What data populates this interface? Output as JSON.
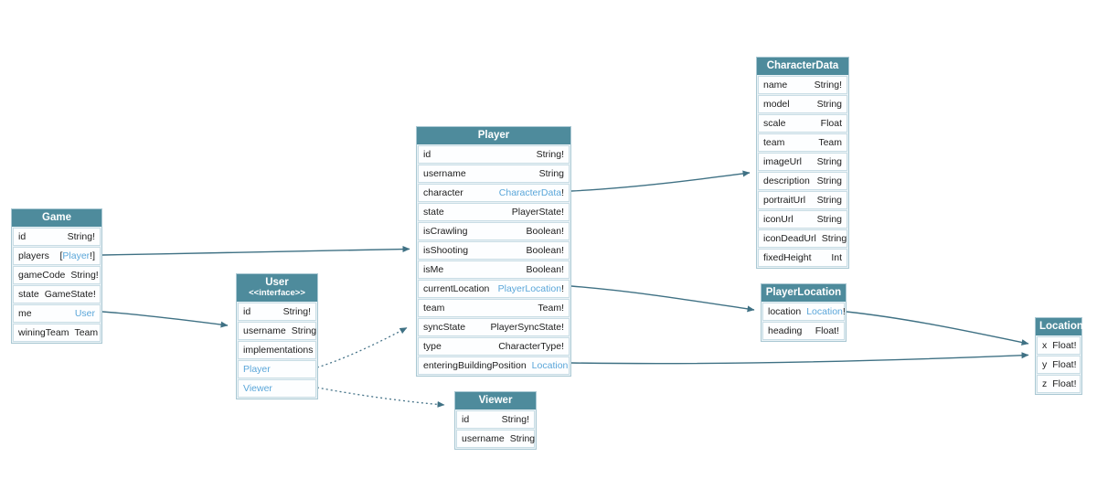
{
  "diagram": {
    "kind": "graphql-schema-diagram",
    "colors": {
      "header_bg": "#4e8b9c",
      "header_text": "#ffffff",
      "type_link": "#5aa6d9",
      "edge": "#3f7184",
      "row_border": "#c9dde5",
      "row_bg": "#fdfeff",
      "text": "#1c1c1c",
      "canvas_bg": "#ffffff"
    },
    "tables": [
      {
        "id": "game",
        "title": "Game",
        "fields": [
          {
            "n": "id",
            "t": "String!"
          },
          {
            "n": "players",
            "t": "[Player!]",
            "tl": "Player"
          },
          {
            "n": "gameCode",
            "t": "String!"
          },
          {
            "n": "state",
            "t": "GameState!"
          },
          {
            "n": "me",
            "t": "User",
            "tl": "User"
          },
          {
            "n": "winingTeam",
            "t": "Team"
          }
        ]
      },
      {
        "id": "user",
        "title": "User",
        "subtitle": "<<interface>>",
        "fields": [
          {
            "n": "id",
            "t": "String!"
          },
          {
            "n": "username",
            "t": "String"
          },
          {
            "n": "implementations",
            "t": ""
          },
          {
            "n": "Player",
            "t": "",
            "nl": true
          },
          {
            "n": "Viewer",
            "t": "",
            "nl": true
          }
        ]
      },
      {
        "id": "player",
        "title": "Player",
        "fields": [
          {
            "n": "id",
            "t": "String!"
          },
          {
            "n": "username",
            "t": "String"
          },
          {
            "n": "character",
            "t": "CharacterData!",
            "tl": "CharacterData"
          },
          {
            "n": "state",
            "t": "PlayerState!"
          },
          {
            "n": "isCrawling",
            "t": "Boolean!"
          },
          {
            "n": "isShooting",
            "t": "Boolean!"
          },
          {
            "n": "isMe",
            "t": "Boolean!"
          },
          {
            "n": "currentLocation",
            "t": "PlayerLocation!",
            "tl": "PlayerLocation"
          },
          {
            "n": "team",
            "t": "Team!"
          },
          {
            "n": "syncState",
            "t": "PlayerSyncState!"
          },
          {
            "n": "type",
            "t": "CharacterType!"
          },
          {
            "n": "enteringBuildingPosition",
            "t": "Location",
            "tl": "Location"
          }
        ]
      },
      {
        "id": "viewer",
        "title": "Viewer",
        "fields": [
          {
            "n": "id",
            "t": "String!"
          },
          {
            "n": "username",
            "t": "String"
          }
        ]
      },
      {
        "id": "characterdata",
        "title": "CharacterData",
        "fields": [
          {
            "n": "name",
            "t": "String!"
          },
          {
            "n": "model",
            "t": "String"
          },
          {
            "n": "scale",
            "t": "Float"
          },
          {
            "n": "team",
            "t": "Team"
          },
          {
            "n": "imageUrl",
            "t": "String"
          },
          {
            "n": "description",
            "t": "String"
          },
          {
            "n": "portraitUrl",
            "t": "String"
          },
          {
            "n": "iconUrl",
            "t": "String"
          },
          {
            "n": "iconDeadUrl",
            "t": "String"
          },
          {
            "n": "fixedHeight",
            "t": "Int"
          }
        ]
      },
      {
        "id": "playerlocation",
        "title": "PlayerLocation",
        "fields": [
          {
            "n": "location",
            "t": "Location!",
            "tl": "Location"
          },
          {
            "n": "heading",
            "t": "Float!"
          }
        ]
      },
      {
        "id": "location",
        "title": "Location",
        "fields": [
          {
            "n": "x",
            "t": "Float!"
          },
          {
            "n": "y",
            "t": "Float!"
          },
          {
            "n": "z",
            "t": "Float!"
          }
        ]
      }
    ],
    "edges": [
      {
        "from": "game.players",
        "to": "player",
        "style": "solid"
      },
      {
        "from": "game.me",
        "to": "user",
        "style": "solid"
      },
      {
        "from": "player.character",
        "to": "characterdata",
        "style": "solid"
      },
      {
        "from": "player.currentLocation",
        "to": "playerlocation",
        "style": "solid"
      },
      {
        "from": "player.enteringBuildingPosition",
        "to": "location",
        "style": "solid"
      },
      {
        "from": "playerlocation.location",
        "to": "location",
        "style": "solid"
      },
      {
        "from": "user.Player",
        "to": "player",
        "style": "dotted"
      },
      {
        "from": "user.Viewer",
        "to": "viewer",
        "style": "dotted"
      }
    ]
  }
}
